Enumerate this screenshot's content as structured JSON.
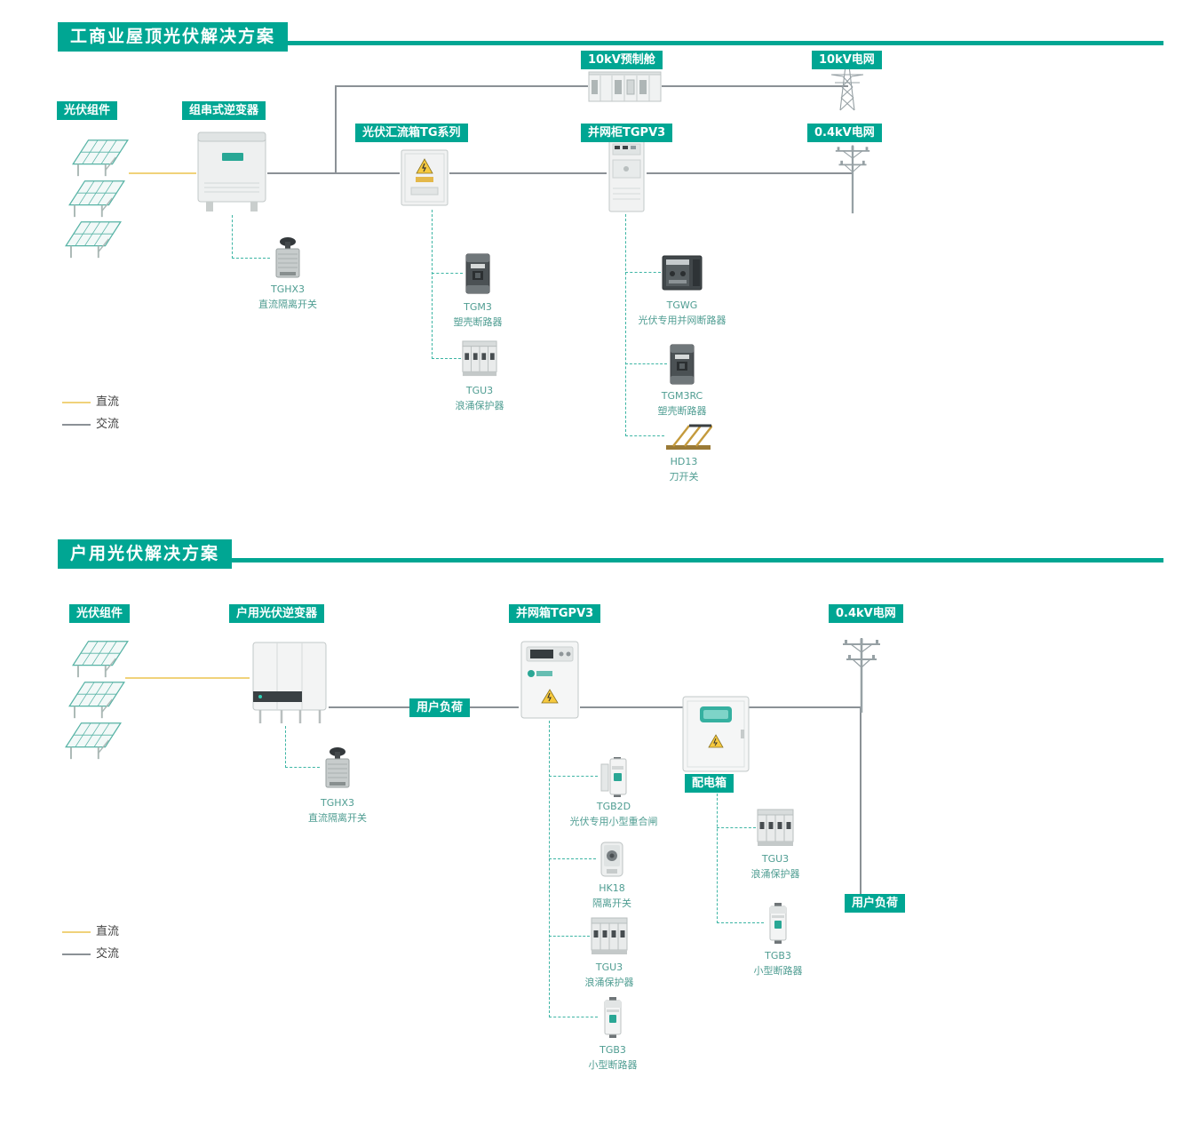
{
  "commercial": {
    "title": "工商业屋顶光伏解决方案",
    "labels": {
      "pv": "光伏组件",
      "inverter": "组串式逆变器",
      "combiner": "光伏汇流箱TG系列",
      "cabin": "10kV预制舱",
      "grid10": "10kV电网",
      "cabinet": "并网柜TGPV3",
      "grid04": "0.4kV电网"
    },
    "components": {
      "tghx3": {
        "model": "TGHX3",
        "desc": "直流隔离开关"
      },
      "tgm3": {
        "model": "TGM3",
        "desc": "塑壳断路器"
      },
      "tgu3": {
        "model": "TGU3",
        "desc": "浪涌保护器"
      },
      "tgwg": {
        "model": "TGWG",
        "desc": "光伏专用并网断路器"
      },
      "tgm3rc": {
        "model": "TGM3RC",
        "desc": "塑壳断路器"
      },
      "hd13": {
        "model": "HD13",
        "desc": "刀开关"
      }
    },
    "legend": {
      "dc": "直流",
      "ac": "交流"
    }
  },
  "residential": {
    "title": "户用光伏解决方案",
    "labels": {
      "pv": "光伏组件",
      "inverter": "户用光伏逆变器",
      "gridbox": "并网箱TGPV3",
      "grid04": "0.4kV电网",
      "load1": "用户负荷",
      "distbox": "配电箱",
      "load2": "用户负荷"
    },
    "components": {
      "tghx3": {
        "model": "TGHX3",
        "desc": "直流隔离开关"
      },
      "tgb2d": {
        "model": "TGB2D",
        "desc": "光伏专用小型重合闸"
      },
      "hk18": {
        "model": "HK18",
        "desc": "隔离开关"
      },
      "tgu3a": {
        "model": "TGU3",
        "desc": "浪涌保护器"
      },
      "tgb3a": {
        "model": "TGB3",
        "desc": "小型断路器"
      },
      "tgu3b": {
        "model": "TGU3",
        "desc": "浪涌保护器"
      },
      "tgb3b": {
        "model": "TGB3",
        "desc": "小型断路器"
      }
    },
    "legend": {
      "dc": "直流",
      "ac": "交流"
    }
  },
  "colors": {
    "teal": "#00A693",
    "dc_line": "#F0D27A",
    "ac_line": "#8B9196",
    "dash": "#3DB5A4",
    "component_text": "#4F9D92",
    "warning_yellow": "#F6C93E"
  }
}
